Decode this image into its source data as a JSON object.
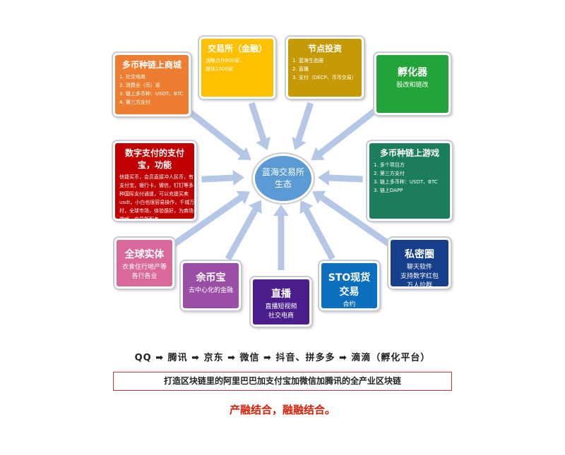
{
  "center": "蓝海交易所生态",
  "boxes": [
    {
      "title": "多币种链上商城",
      "lines": [
        "1. 社交电商",
        "2. 消费全（币）返",
        "3. 链上多币种：USDT、BTC",
        "4. 第三方支付"
      ],
      "color": "#ed7d31"
    },
    {
      "title": "交易所（金融）",
      "lines": [
        "战略合作800家，",
        "媒体1000家"
      ],
      "color": "#ffc000"
    },
    {
      "title": "节点投资",
      "lines": [
        "1. 蓝海生态圈",
        "2. 直播",
        "3. 支付（DECP、币币交易）"
      ],
      "color": "#c59a06"
    },
    {
      "title": "孵化器",
      "lines": [
        "股改和链改"
      ],
      "color": "#22a43a"
    },
    {
      "title": "数字支付的支付宝，功能",
      "lines": [
        "快捷买币，会员直接冲人民币，有",
        "支付宝，银行卡，微信，钉钉等多",
        "种国际支付通道，可以充提买卖",
        "usdt，小白也很容易操作，千城万",
        "村，全球市场，体验感好，为商场，",
        "游戏，交易所服务。"
      ],
      "color": "#c00000"
    },
    {
      "title": "多币种链上游戏",
      "lines": [
        "1. 多个项目方",
        "2. 第三方支付",
        "3. 链上多币种：USDT、BTC",
        "3. 链上DAPP"
      ],
      "color": "#1b7d5c"
    },
    {
      "title": "全球实体",
      "lines": [
        "衣食住行地产等",
        "各行各业"
      ],
      "color": "#d8699a"
    },
    {
      "title": "余币宝",
      "lines": [
        "去中心化的金融"
      ],
      "color": "#9a4ea6"
    },
    {
      "title": "直播",
      "lines": [
        "直播短视频",
        "社交电商"
      ],
      "color": "#4a1d8d"
    },
    {
      "title": "STO现货交易",
      "lines": [
        "合约"
      ],
      "color": "#0b6fbf"
    },
    {
      "title": "私密圈",
      "lines": [
        "聊天软件",
        "支持数字红包",
        "万人拉群"
      ],
      "color": "#153e8b"
    }
  ],
  "flow": "QQ ➡ 腾讯 ➡ 京东 ➡ 微信 ➡ 抖音、拼多多 ➡ 滴滴（孵化平台）",
  "slogan": "打造区块链里的阿里巴巴加支付宝加微信加腾讯的全产业区块链",
  "motto": "产融结合，融融结合。"
}
